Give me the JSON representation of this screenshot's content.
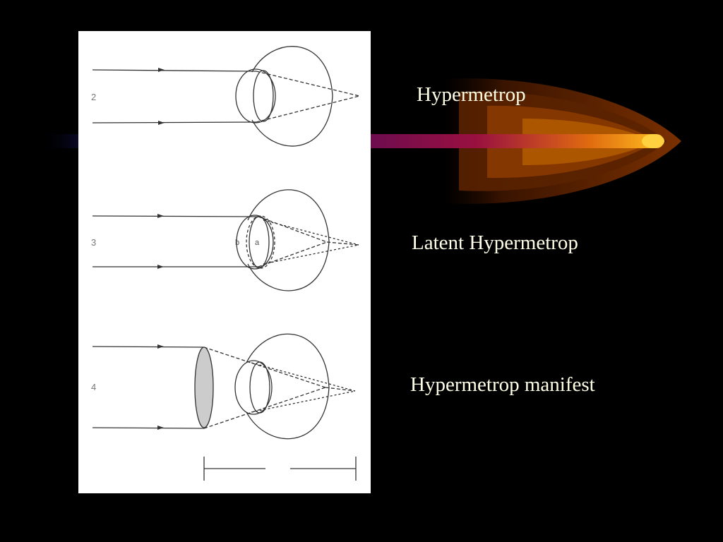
{
  "captions": {
    "first": "Hypermetrop",
    "second": "Latent Hypermetrop",
    "third": "Hypermetrop manifest"
  },
  "figure": {
    "panel_numbers": [
      "2",
      "3",
      "4"
    ],
    "lens_labels": [
      "b",
      "a"
    ]
  },
  "colors": {
    "background": "#000000",
    "caption_text": "#ffffe8",
    "beam_core": "#ffb000",
    "beam_tail": "#8a0050",
    "panel": "#ffffff"
  }
}
